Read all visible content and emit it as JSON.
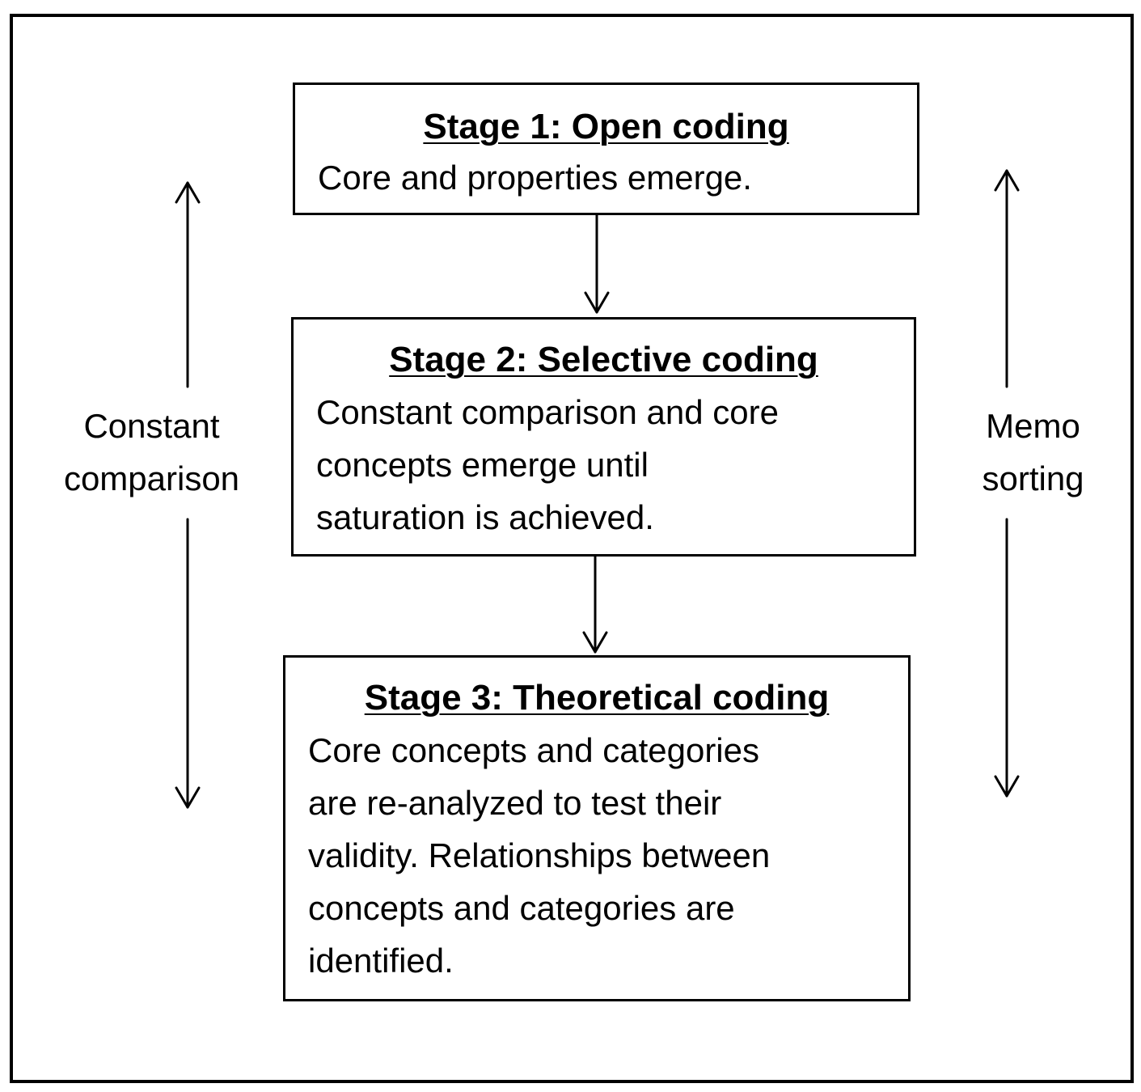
{
  "stages": [
    {
      "title": "Stage 1: Open coding",
      "description": "Core and properties emerge."
    },
    {
      "title": "Stage 2: Selective coding",
      "description": "Constant comparison and core\nconcepts emerge until\nsaturation is achieved."
    },
    {
      "title": "Stage 3: Theoretical coding",
      "description": "Core concepts and categories\nare re-analyzed to test their\nvalidity. Relationships between\nconcepts and categories are\nidentified."
    }
  ],
  "side_labels": {
    "left": "Constant\ncomparison",
    "right": "Memo\nsorting"
  },
  "colors": {
    "line": "#000000",
    "background": "#ffffff"
  }
}
